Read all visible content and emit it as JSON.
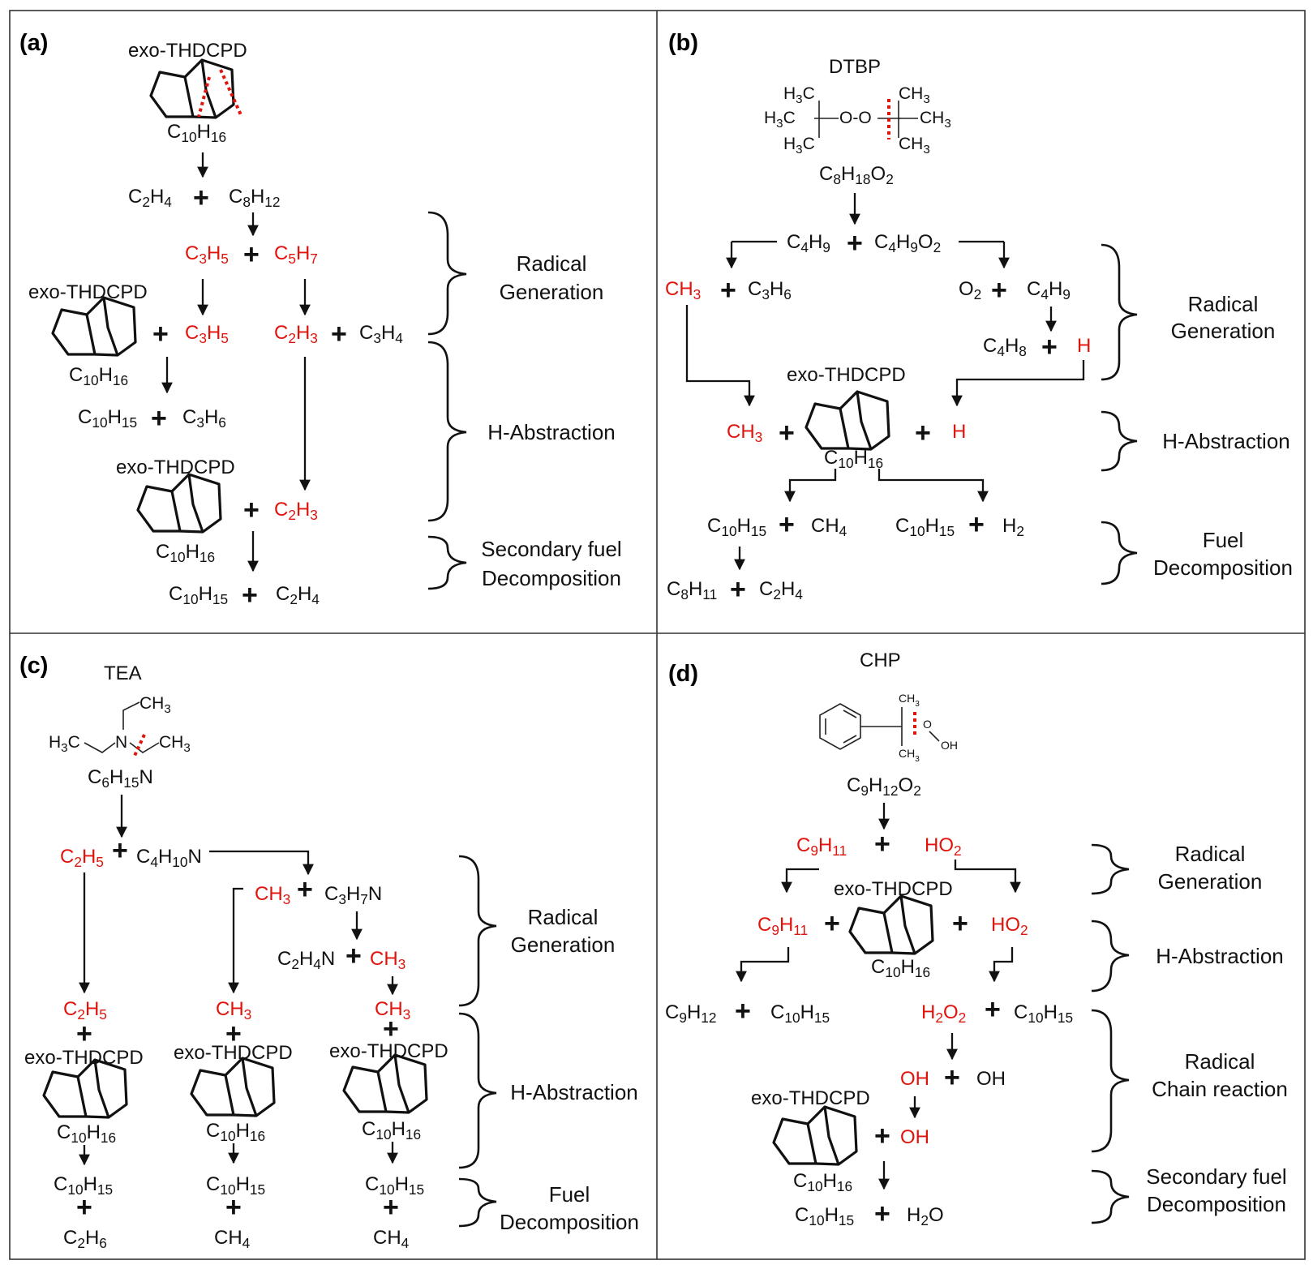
{
  "panels": {
    "a": {
      "label": "(a)",
      "fuel_name": "exo-THDCPD",
      "fuel_formula_1": "C10H16",
      "ethylene": "C2H4",
      "c8h12": "C8H12",
      "c3h5": "C3H5",
      "c5h7": "C5H7",
      "c2h3": "C2H3",
      "c3h4": "C3H4",
      "fuel_name_2": "exo-THDCPD",
      "c3h5_b": "C3H5",
      "fuel_formula_2": "C10H16",
      "c10h15_1": "C10H15",
      "c3h6": "C3H6",
      "fuel_name_3": "exo-THDCPD",
      "c2h3_b": "C2H3",
      "fuel_formula_3": "C10H16",
      "c10h15_2": "C10H15",
      "c2h4_b": "C2H4",
      "cat_radical_1": "Radical",
      "cat_radical_2": "Generation",
      "cat_habs": "H-Abstraction",
      "cat_sec_1": "Secondary fuel",
      "cat_sec_2": "Decomposition"
    },
    "b": {
      "label": "(b)",
      "initiator": "DTBP",
      "struct_h3c_1": "H3C",
      "struct_h3c_2": "H3C",
      "struct_h3c_3": "H3C",
      "struct_oo": "O-O",
      "struct_ch3_1": "CH3",
      "struct_ch3_2": "CH3",
      "struct_ch3_3": "CH3",
      "formula": "C8H18O2",
      "c4h9": "C4H9",
      "c4h9o2": "C4H9O2",
      "ch3": "CH3",
      "c3h6": "C3H6",
      "o2": "O2",
      "c4h9_b": "C4H9",
      "c4h8": "C4H8",
      "h": "H",
      "fuel_name": "exo-THDCPD",
      "ch3_b": "CH3",
      "h_b": "H",
      "fuel_formula": "C10H16",
      "c10h15_1": "C10H15",
      "ch4": "CH4",
      "c10h15_2": "C10H15",
      "h2": "H2",
      "c8h11": "C8H11",
      "c2h4": "C2H4",
      "cat_radical_1": "Radical",
      "cat_radical_2": "Generation",
      "cat_habs": "H-Abstraction",
      "cat_fuel_1": "Fuel",
      "cat_fuel_2": "Decomposition"
    },
    "c": {
      "label": "(c)",
      "initiator": "TEA",
      "struct_ch3_top": "CH3",
      "struct_h3c": "H3C",
      "struct_n": "N",
      "struct_ch3_right": "CH3",
      "formula": "C6H15N",
      "c2h5": "C2H5",
      "c4h10n": "C4H10N",
      "ch3": "CH3",
      "c3h7n": "C3H7N",
      "c2h4n": "C2H4N",
      "ch3_b": "CH3",
      "col1_radical": "C2H5",
      "col2_radical": "CH3",
      "col3_radical": "CH3",
      "fuel_name_1": "exo-THDCPD",
      "fuel_name_2": "exo-THDCPD",
      "fuel_name_3": "exo-THDCPD",
      "fuel_formula_1": "C10H16",
      "fuel_formula_2": "C10H16",
      "fuel_formula_3": "C10H16",
      "c10h15_1": "C10H15",
      "c10h15_2": "C10H15",
      "c10h15_3": "C10H15",
      "c2h6": "C2H6",
      "ch4_1": "CH4",
      "ch4_2": "CH4",
      "cat_radical_1": "Radical",
      "cat_radical_2": "Generation",
      "cat_habs": "H-Abstraction",
      "cat_fuel_1": "Fuel",
      "cat_fuel_2": "Decomposition"
    },
    "d": {
      "label": "(d)",
      "initiator": "CHP",
      "struct_ch3_top": "CH3",
      "struct_ch3_bottom": "CH3",
      "struct_o": "O",
      "struct_oh": "OH",
      "formula": "C9H12O2",
      "c9h11": "C9H11",
      "ho2": "HO2",
      "fuel_name": "exo-THDCPD",
      "c9h11_b": "C9H11",
      "ho2_b": "HO2",
      "fuel_formula": "C10H16",
      "c9h12": "C9H12",
      "c10h15_1": "C10H15",
      "h2o2": "H2O2",
      "c10h15_2": "C10H15",
      "oh_red": "OH",
      "oh_black": "OH",
      "fuel_name_2": "exo-THDCPD",
      "oh_red_b": "OH",
      "fuel_formula_2": "C10H16",
      "c10h15_3": "C10H15",
      "h2o": "H2O",
      "cat_radical_1": "Radical",
      "cat_radical_2": "Generation",
      "cat_habs": "H-Abstraction",
      "cat_chain_1": "Radical",
      "cat_chain_2": "Chain reaction",
      "cat_sec_1": "Secondary fuel",
      "cat_sec_2": "Decomposition"
    }
  },
  "colors": {
    "radical": "#e0140c",
    "text": "#111111",
    "border": "#333333"
  }
}
